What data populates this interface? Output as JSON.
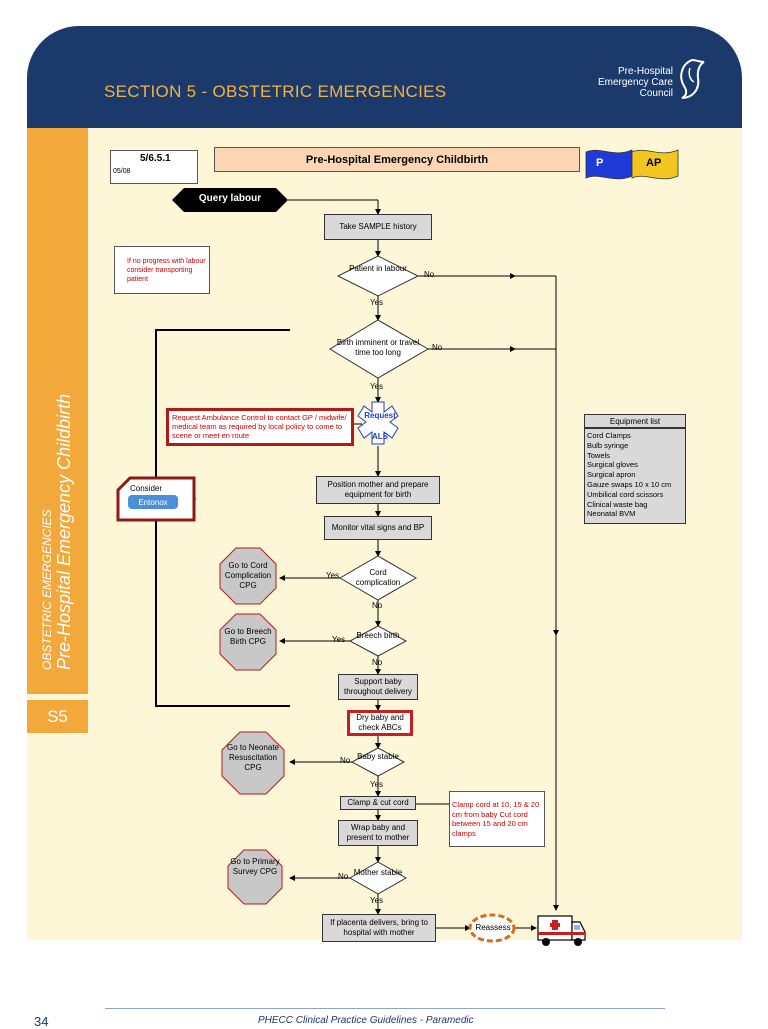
{
  "header": {
    "section_prefix": "SECTION 5 - ",
    "section_name": "OBSTETRIC EMERGENCIES",
    "council_line1": "Pre-Hospital",
    "council_line2": "Emergency Care",
    "council_line3": "Council"
  },
  "sidebar": {
    "small_text": "OBSTETRIC EMERGENCIES",
    "large_text": "Pre-Hospital Emergency Childbirth",
    "section_tab": "S5"
  },
  "guideline": {
    "code": "5/6.5.1",
    "date": "05/08",
    "title": "Pre-Hospital Emergency Childbirth",
    "flag_p": "P",
    "flag_ap": "AP"
  },
  "flow": {
    "start": "Query labour",
    "sample": "Take SAMPLE history",
    "patient_labour": "Patient in labour",
    "birth_imminent": "Birth imminent or travel time too long",
    "request_als_top": "Request",
    "request_als_bottom": "ALS",
    "position": "Position mother and prepare equipment for birth",
    "monitor": "Monitor vital signs and BP",
    "cord_complication": "Cord complication",
    "breech_birth": "Breech birth",
    "support_baby": "Support baby throughout delivery",
    "dry_baby": "Dry baby and check ABCs",
    "baby_stable": "Baby stable",
    "clamp_cut": "Clamp & cut cord",
    "wrap_baby": "Wrap baby and present to mother",
    "mother_stable": "Mother stable",
    "placenta": "If placenta delivers, bring to hospital with mother",
    "reassess": "Reassess",
    "yes": "Yes",
    "no": "No"
  },
  "octagons": {
    "cord": "Go to Cord Complication CPG",
    "breech": "Go to Breech Birth CPG",
    "neonate": "Go to Neonate Resuscitation CPG",
    "primary": "Go to Primary Survey CPG"
  },
  "notes": {
    "no_progress": "If no progress with labour consider transporting patient",
    "ambulance_control": "Request Ambulance Control to contact GP / midwife/ medical team as required by local policy to come to scene or meet en route",
    "consider": "Consider",
    "entonox": "Entonox",
    "clamp_cord": "Clamp cord at 10, 15 & 20 cm from baby Cut cord between 15 and 20 cm clamps"
  },
  "equipment": {
    "title": "Equipment list",
    "items": [
      "Cord Clamps",
      "Bulb syringe",
      "Towels",
      "Surgical gloves",
      "Surgical apron",
      "Gauze swaps 10 x 10 cm",
      "Umbilical cord scissors",
      "Clinical waste bag",
      "Neonatal BVM"
    ]
  },
  "footer": {
    "page_number": "34",
    "publication": "PHECC Clinical Practice Guidelines - Paramedic"
  },
  "colors": {
    "navy": "#1b3a6b",
    "orange": "#f3a83b",
    "cream": "#fdf7d8",
    "red_border": "#b11b1b"
  }
}
